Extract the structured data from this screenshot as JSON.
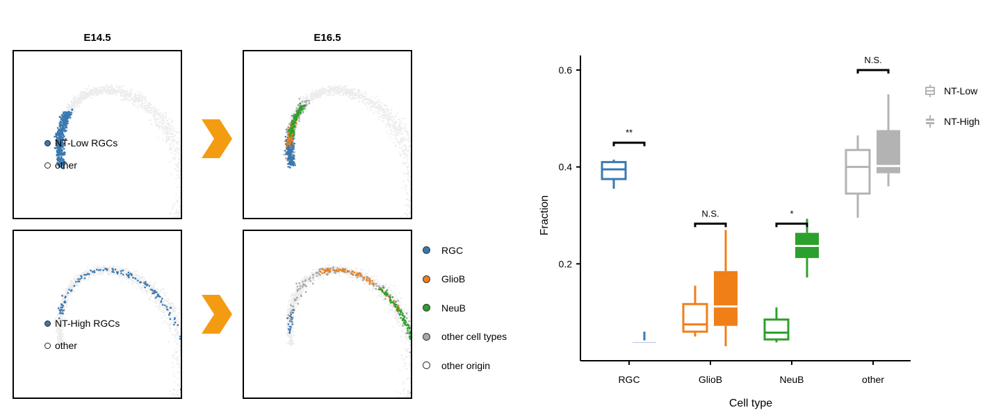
{
  "panels": {
    "e14_title": "E14.5",
    "e16_title": "E16.5",
    "top_legend": [
      {
        "label": "NT-Low RGCs",
        "color": "#3a78b0"
      },
      {
        "label": "other",
        "color": "#ffffff"
      }
    ],
    "bottom_legend": [
      {
        "label": "NT-High RGCs",
        "color": "#3a78b0"
      },
      {
        "label": "other",
        "color": "#ffffff"
      }
    ],
    "celltype_legend": [
      {
        "label": "RGC",
        "color": "#3a78b0"
      },
      {
        "label": "GlioB",
        "color": "#f07f17"
      },
      {
        "label": "NeuB",
        "color": "#2ca02c"
      },
      {
        "label": "other cell types",
        "color": "#a8a8a8"
      },
      {
        "label": "other origin",
        "color": "#ffffff"
      }
    ],
    "arrow_color": "#f39c12"
  },
  "chart_data": {
    "type": "box",
    "xlabel": "Cell type",
    "ylabel": "Fraction",
    "categories": [
      "RGC",
      "GlioB",
      "NeuB",
      "other"
    ],
    "yticks": [
      0.2,
      0.4,
      0.6
    ],
    "ylim": [
      0.0,
      0.63
    ],
    "legend_position": "top-right",
    "series": [
      {
        "name": "NT-Low",
        "style": "outline"
      },
      {
        "name": "NT-High",
        "style": "filled"
      }
    ],
    "boxes": [
      {
        "category": "RGC",
        "series": "NT-Low",
        "color": "#3a78b0",
        "min": 0.355,
        "q1": 0.375,
        "median": 0.395,
        "q3": 0.41,
        "max": 0.415
      },
      {
        "category": "RGC",
        "series": "NT-High",
        "color": "#3a78b0",
        "min": 0.04,
        "q1": 0.04,
        "median": 0.04,
        "q3": 0.04,
        "max": 0.06
      },
      {
        "category": "GlioB",
        "series": "NT-Low",
        "color": "#f07f17",
        "min": 0.05,
        "q1": 0.06,
        "median": 0.075,
        "q3": 0.117,
        "max": 0.155
      },
      {
        "category": "GlioB",
        "series": "NT-High",
        "color": "#f07f17",
        "min": 0.03,
        "q1": 0.072,
        "median": 0.112,
        "q3": 0.185,
        "max": 0.27
      },
      {
        "category": "NeuB",
        "series": "NT-Low",
        "color": "#2ca02c",
        "min": 0.038,
        "q1": 0.044,
        "median": 0.058,
        "q3": 0.085,
        "max": 0.11
      },
      {
        "category": "NeuB",
        "series": "NT-High",
        "color": "#2ca02c",
        "min": 0.172,
        "q1": 0.212,
        "median": 0.237,
        "q3": 0.264,
        "max": 0.293
      },
      {
        "category": "other",
        "series": "NT-Low",
        "color": "#b3b3b3",
        "min": 0.295,
        "q1": 0.345,
        "median": 0.4,
        "q3": 0.435,
        "max": 0.465
      },
      {
        "category": "other",
        "series": "NT-High",
        "color": "#b3b3b3",
        "min": 0.36,
        "q1": 0.387,
        "median": 0.402,
        "q3": 0.476,
        "max": 0.55
      }
    ],
    "significance": [
      {
        "category": "RGC",
        "label": "**",
        "y": 0.45
      },
      {
        "category": "GlioB",
        "label": "N.S.",
        "y": 0.283
      },
      {
        "category": "NeuB",
        "label": "*",
        "y": 0.283
      },
      {
        "category": "other",
        "label": "N.S.",
        "y": 0.6
      }
    ]
  }
}
